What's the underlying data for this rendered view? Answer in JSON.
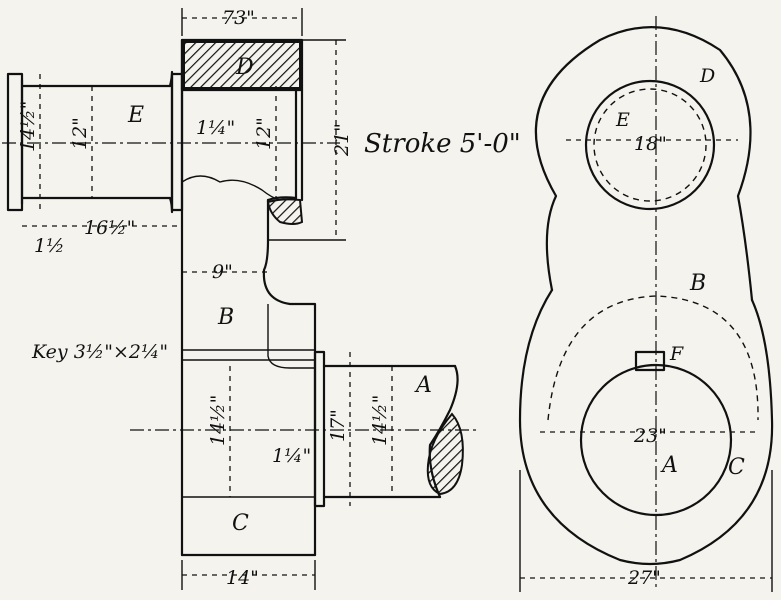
{
  "labels": {
    "E": "E",
    "D": "D",
    "B": "B",
    "C": "C",
    "A": "A",
    "F": "F",
    "E_right": "E",
    "D_right": "D",
    "B_right": "B",
    "A_right": "A",
    "C_right": "C"
  },
  "dimensions": {
    "width_top": "73\"",
    "pin_dia_14_5": "14½\"",
    "pin_dia_12": "12\"",
    "collar_1_25": "1¼\"",
    "pin_len_16_5": "16½\"",
    "flange_1_5": "1½",
    "boss_12": "12\"",
    "boss_21": "21\"",
    "web_9": "9\"",
    "shaft_14_5_left": "14½\"",
    "collar_1_25_b": "1¼\"",
    "shaft_17": "17\"",
    "shaft_14_5_right": "14½\"",
    "width_14": "14\"",
    "eye_18": "18\"",
    "bore_23": "23\"",
    "outer_27": "27\""
  },
  "notes": {
    "stroke": "Stroke 5'-0\"",
    "key": "Key 3½\"×2¼\""
  }
}
